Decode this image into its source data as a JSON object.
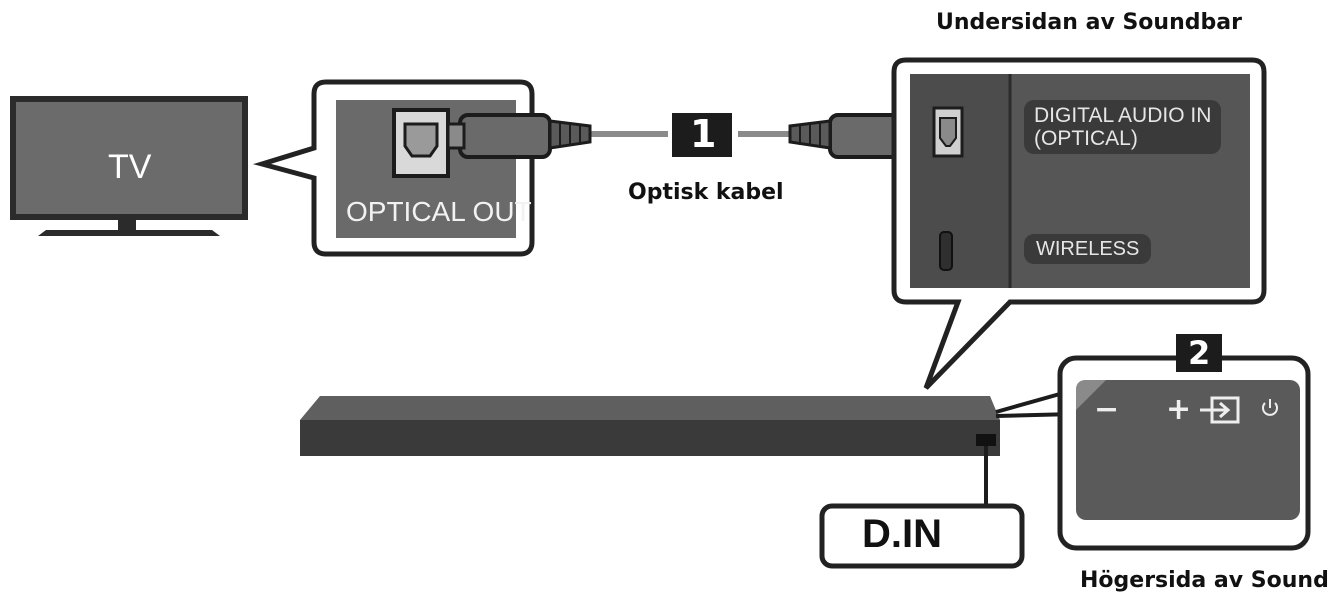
{
  "labels": {
    "bottom_title": "Undersidan av Soundbar",
    "right_title": "Högersida av Soundbar",
    "tv": "TV",
    "optical_out": "OPTICAL OUT",
    "cable": "Optisk kabel",
    "step1": "1",
    "step2": "2",
    "digital_audio_in": "DIGITAL AUDIO IN\n(OPTICAL)",
    "wireless": "WIRELESS",
    "d_in": "D.IN"
  },
  "buttons": {
    "minus": "−",
    "plus": "+",
    "source_icon": "input-source-icon",
    "power_icon": "power-icon"
  }
}
